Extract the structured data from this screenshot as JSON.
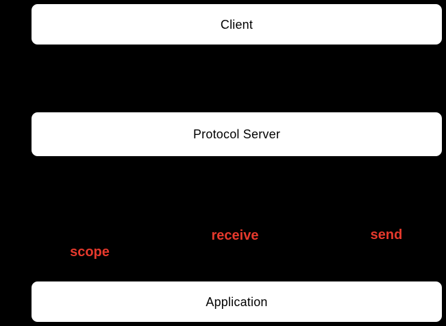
{
  "diagram": {
    "title": "client-protocol-server-application-diagram",
    "nodes": [
      {
        "id": "client",
        "label": "Client"
      },
      {
        "id": "protocol-server",
        "label": "Protocol Server"
      },
      {
        "id": "application",
        "label": "Application"
      }
    ],
    "annotations": [
      {
        "id": "receive",
        "label": "receive"
      },
      {
        "id": "send",
        "label": "send"
      },
      {
        "id": "scope",
        "label": "scope"
      }
    ]
  },
  "colors": {
    "background": "#000000",
    "node_fill": "#ffffff",
    "node_border": "#000000",
    "node_text": "#000000",
    "annotation_red": "#e6392c"
  }
}
